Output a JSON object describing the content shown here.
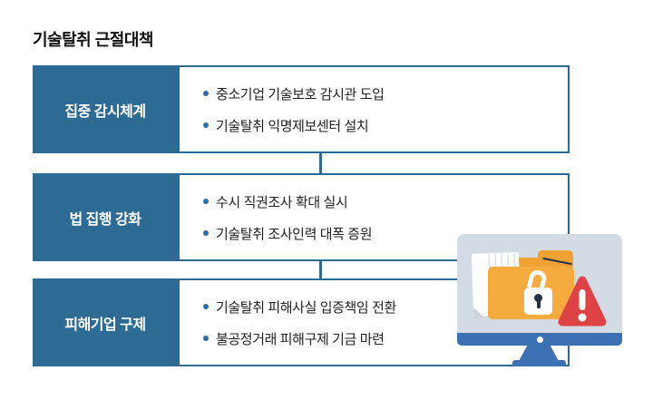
{
  "title": "기술탈취 근절대책",
  "rows": [
    {
      "label": "집중 감시체계",
      "items": [
        "중소기업 기술보호 감시관 도입",
        "기술탈취 익명제보센터 설치"
      ]
    },
    {
      "label": "법 집행 강화",
      "items": [
        "수시 직권조사 확대 실시",
        "기술탈취 조사인력 대폭 증원"
      ]
    },
    {
      "label": "피해기업 구제",
      "items": [
        "기술탈취 피해사실 입증책임 전환",
        "불공정거래 피해구제 기금 마련"
      ]
    }
  ],
  "illustration": {
    "name": "monitor-folder-security-alert",
    "elements": [
      "computer-monitor",
      "document-stack",
      "folder",
      "open-padlock",
      "warning-triangle"
    ]
  },
  "colors": {
    "primary_blue": "#2d6b94",
    "bullet_blue": "#2e6da3",
    "monitor_blue": "#3b70b2",
    "screen_gray": "#d3dce4",
    "folder_orange_front": "#f6ab3f",
    "folder_orange_back": "#f0a233",
    "alert_red": "#df4245",
    "keyhole_navy": "#22304a",
    "text_dark": "#222222"
  }
}
